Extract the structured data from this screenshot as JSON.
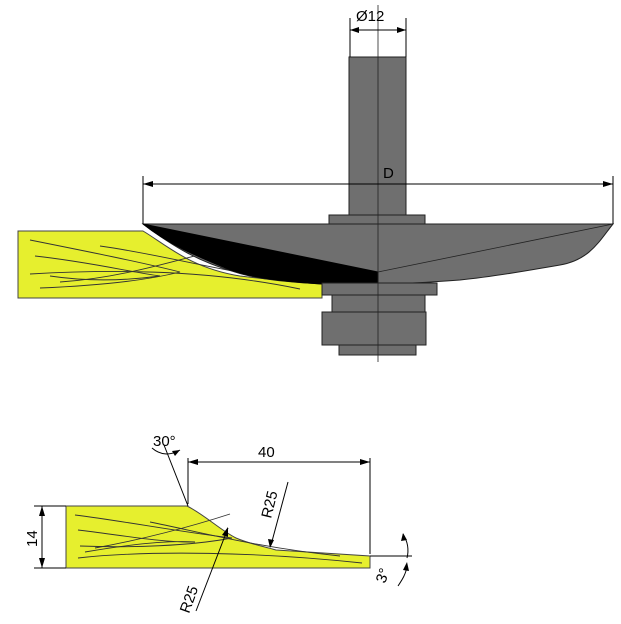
{
  "labels": {
    "shank_diameter": "Ø12",
    "cutter_diameter": "D",
    "bevel_angle": "30°",
    "profile_length": "40",
    "radius_upper": "R25",
    "radius_lower": "R25",
    "thickness": "14",
    "taper_angle": "3°"
  },
  "colors": {
    "wood": "#e6ef2e",
    "tool_body": "#6f6f6f",
    "cutting_edge": "#000000"
  }
}
